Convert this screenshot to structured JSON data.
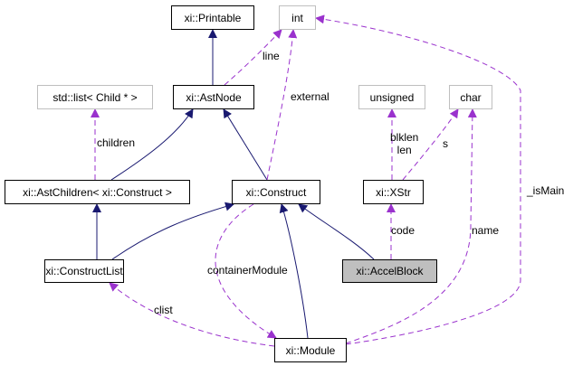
{
  "colors": {
    "inheritance": "#191970",
    "usage": "#9a32cd",
    "external_border": "#bfbfbf",
    "focus_fill": "#bfbfbf"
  },
  "nodes": {
    "printable": "xi::Printable",
    "int": "int",
    "stdlist": "std::list< Child * >",
    "astnode": "xi::AstNode",
    "unsigned": "unsigned",
    "char": "char",
    "astchildren": "xi::AstChildren< xi::Construct >",
    "construct": "xi::Construct",
    "xstr": "xi::XStr",
    "constructlist": "xi::ConstructList",
    "accelblock": "xi::AccelBlock",
    "module": "xi::Module"
  },
  "edge_labels": {
    "line": "line",
    "external": "external",
    "children": "children",
    "blklen": "blklen\nlen",
    "s": "s",
    "code": "code",
    "name": "name",
    "isMain": "_isMain",
    "containerModule": "containerModule",
    "clist": "clist"
  }
}
